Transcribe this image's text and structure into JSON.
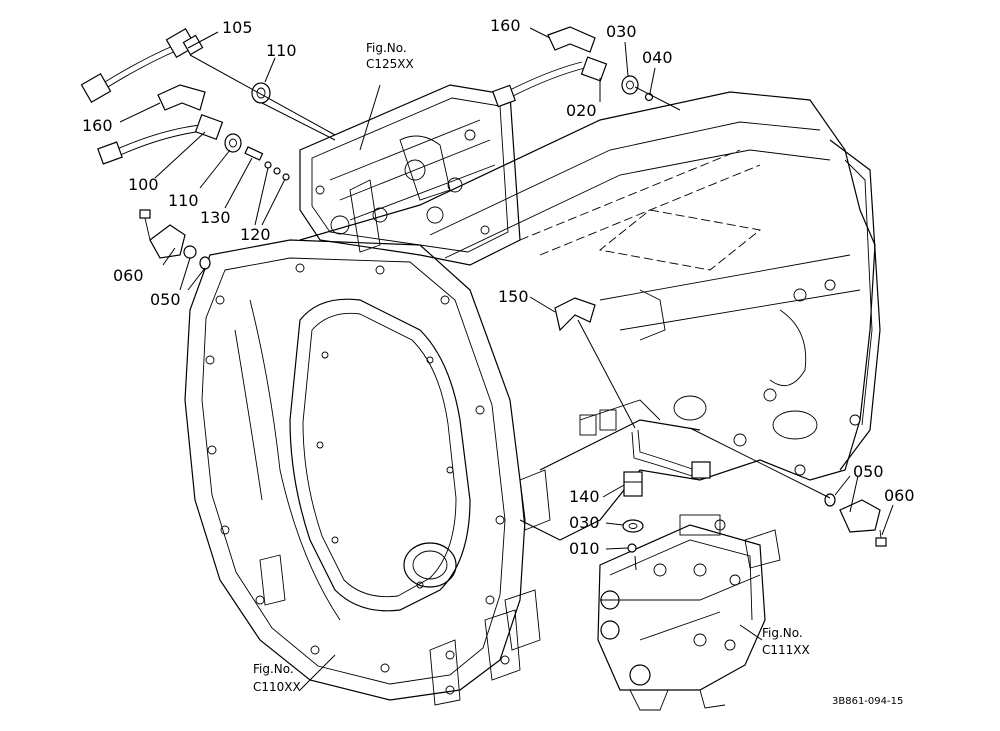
{
  "labels": {
    "p105": "105",
    "p110_top": "110",
    "p160_left": "160",
    "p100": "100",
    "p110_mid": "110",
    "p130": "130",
    "p120": "120",
    "p060_left": "060",
    "p050_left": "050",
    "p160_top": "160",
    "p030_top": "030",
    "p040": "040",
    "p020": "020",
    "p150": "150",
    "p140": "140",
    "p030_bottom": "030",
    "p010": "010",
    "p050_right": "050",
    "p060_right": "060"
  },
  "figure_refs": {
    "c125": {
      "line1": "Fig.No.",
      "line2": "C125XX"
    },
    "c110": {
      "line1": "Fig.No.",
      "line2": "C110XX"
    },
    "c111": {
      "line1": "Fig.No.",
      "line2": "C111XX"
    }
  },
  "drawing_code": "3B861-094-15"
}
